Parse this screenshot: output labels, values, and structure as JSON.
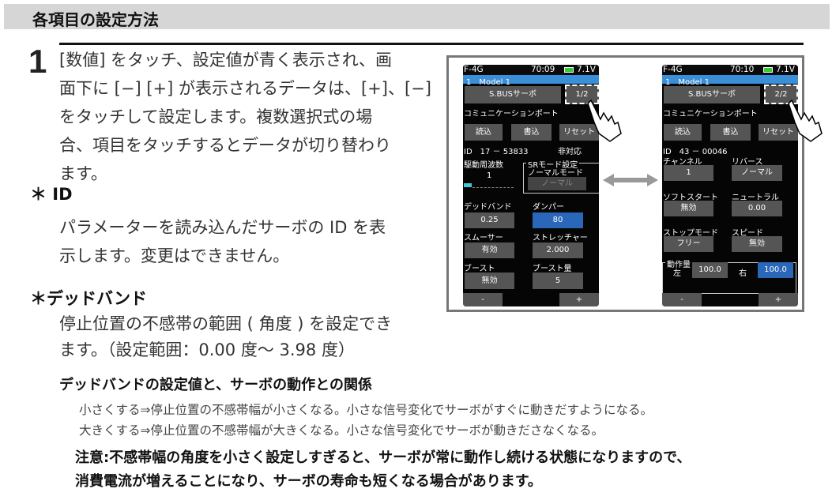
{
  "section_title": "各項目の設定方法",
  "step_number": "1",
  "step_lines": [
    "[数値] をタッチ、設定値が青く表示され、画",
    "面下に [−] [+] が表示されるデータは、[+]、[−]",
    "をタッチして設定します。複数選択式の場",
    "合、項目をタッチするとデータが切り替わり",
    "ます。"
  ],
  "id_heading": "＊ ID",
  "id_lines": [
    "パラメーターを読み込んだサーボの ID を表",
    "示します。変更はできません。"
  ],
  "db_heading": "＊デッドバンド",
  "db_lines": [
    "停止位置の不感帯の範囲 ( 角度 ) を設定でき",
    "ます。（設定範囲：0.00 度～ 3.98 度）"
  ],
  "relation_heading": "デッドバンドの設定値と、サーボの動作との関係",
  "relation_lines": [
    "小さくする⇒停止位置の不感帯幅が小さくなる。小さな信号変化でサーボがすぐに動きだすようになる。",
    "大きくする⇒停止位置の不感帯幅が大きくなる。小さな信号変化でサーボが動きださなくなる。"
  ],
  "note_lines": [
    "注意:不感帯幅の角度を小さく設定しすぎると、サーボが常に動作し続ける状態になりますので、",
    "消費電流が増えることになり、サーボの寿命も短くなる場合があります。"
  ],
  "screen1": {
    "device": "F-4G",
    "time": "70:09",
    "voltage": "7.1V",
    "model": "1　Model 1",
    "title": "S.BUSサーボ",
    "page": "1/2",
    "port_label": "コミュニケーションポート",
    "read": "読込",
    "write": "書込",
    "reset": "リセット",
    "id": "ID　17 － 53833",
    "sr_support": "非対応",
    "freq_label": "駆動周波数",
    "freq_value": "1",
    "sr_label": "SRモード設定",
    "sr_mode": "ノーマルモード",
    "sr_value": "ノーマル",
    "fields": [
      {
        "label": "デッドバンド",
        "value": "0.25"
      },
      {
        "label": "ダンパー",
        "value": "80"
      },
      {
        "label": "スムーサー",
        "value": "有効"
      },
      {
        "label": "ストレッチャー",
        "value": "2.000"
      },
      {
        "label": "ブースト",
        "value": "無効"
      },
      {
        "label": "ブースト量",
        "value": "5"
      }
    ],
    "minus": "-",
    "plus": "+"
  },
  "screen2": {
    "device": "F-4G",
    "time": "70:10",
    "voltage": "7.1V",
    "model": "1　Model 1",
    "title": "S.BUSサーボ",
    "page": "2/2",
    "port_label": "コミュニケーションポート",
    "read": "読込",
    "write": "書込",
    "reset": "リセット",
    "id": "ID　43 － 00046",
    "fields": [
      {
        "label": "チャンネル",
        "value": "1"
      },
      {
        "label": "リバース",
        "value": "ノーマル"
      },
      {
        "label": "ソフトスタート",
        "value": "無効"
      },
      {
        "label": "ニュートラル",
        "value": "0.00"
      },
      {
        "label": "ストップモード",
        "value": "フリー"
      },
      {
        "label": "スピード",
        "value": "無効"
      }
    ],
    "travel_label": "動作量",
    "left_label": "左",
    "left_value": "100.0",
    "right_label": "右",
    "right_value": "100.0",
    "minus": "-",
    "plus": "+"
  },
  "colors": {
    "selected": "#2a67b8",
    "model_bar": "#3a8fd8"
  }
}
